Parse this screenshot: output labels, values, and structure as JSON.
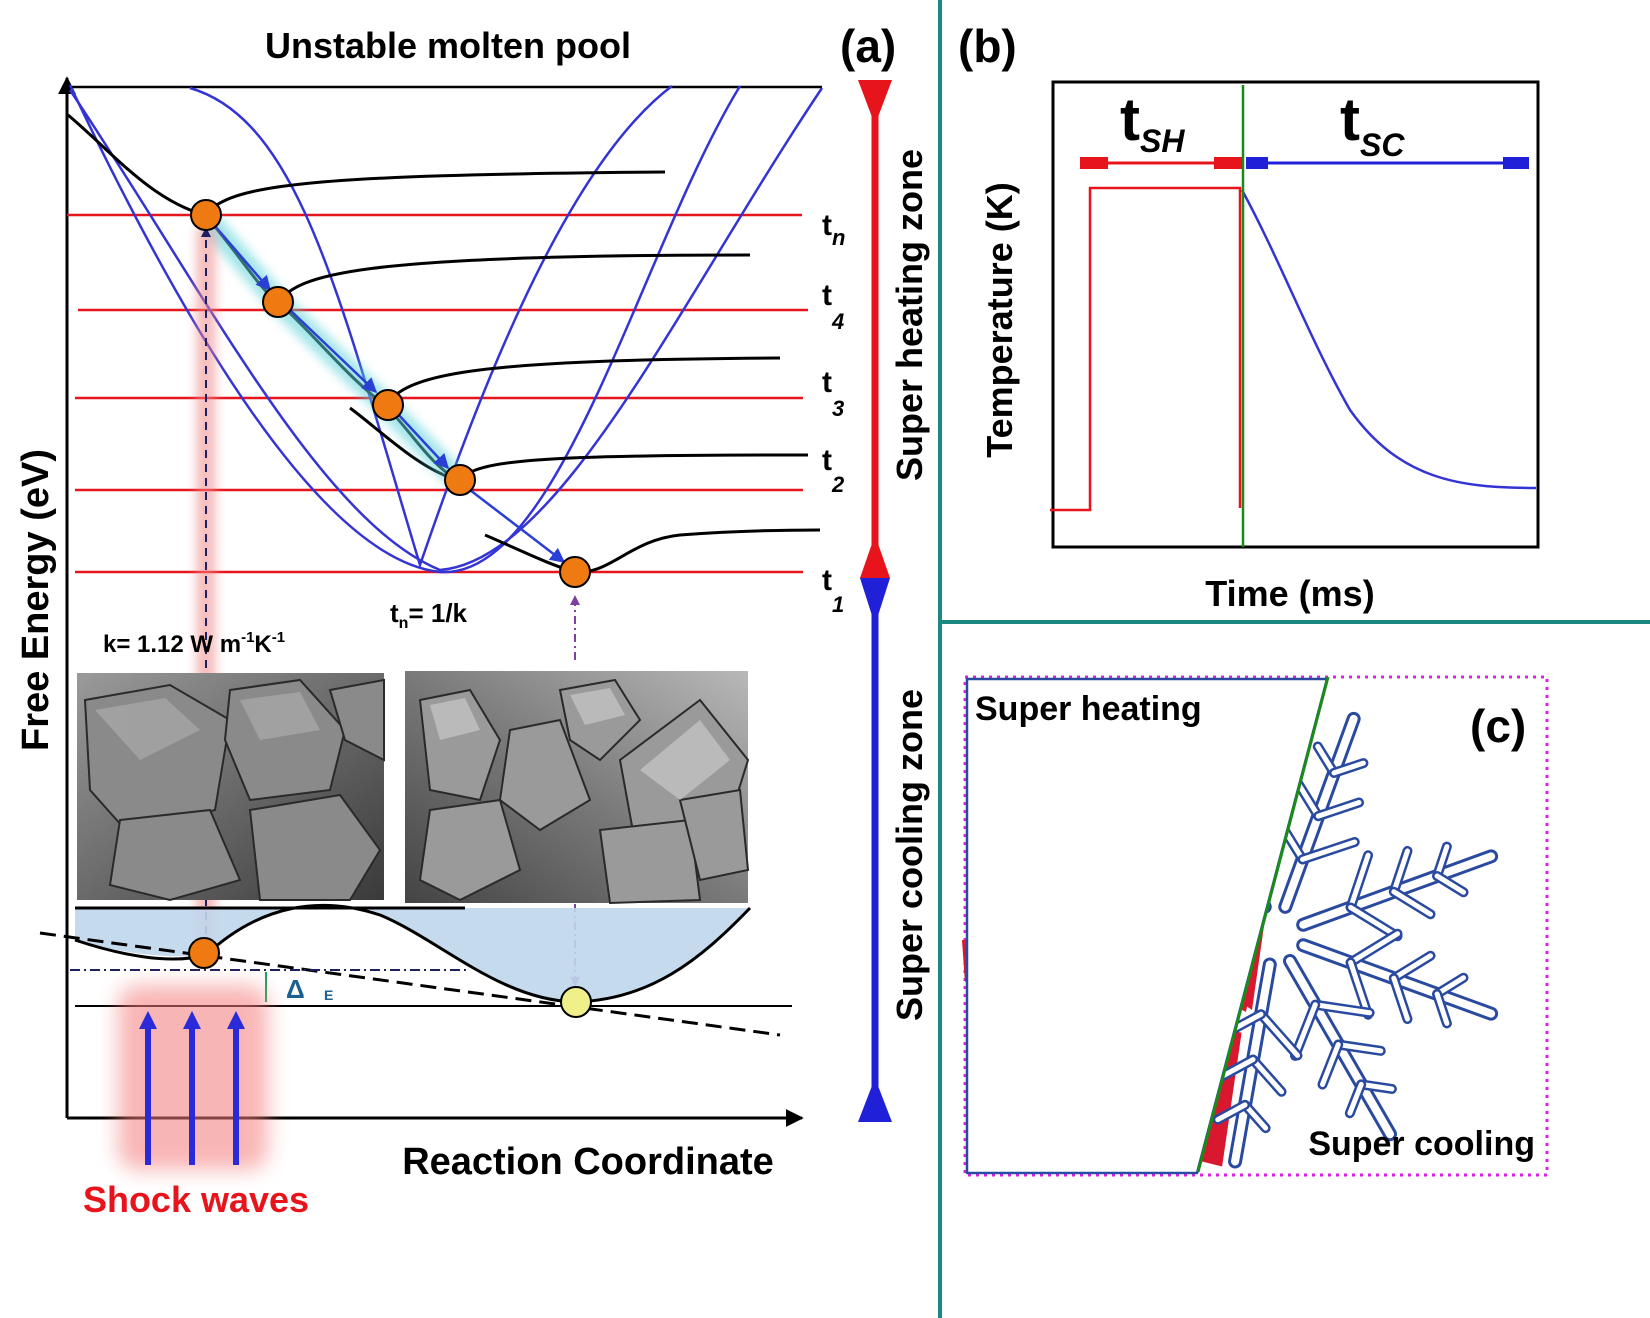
{
  "panel_a": {
    "label": "(a)",
    "title": "Unstable molten pool",
    "y_axis_label": "Free Energy (eV)",
    "x_axis_label": "Reaction Coordinate",
    "time_levels": [
      {
        "base": "t",
        "sub": "n"
      },
      {
        "base": "t",
        "sub": "4"
      },
      {
        "base": "t",
        "sub": "3"
      },
      {
        "base": "t",
        "sub": "2"
      },
      {
        "base": "t",
        "sub": "1"
      }
    ],
    "tn_formula": {
      "base": "t",
      "sub": "n",
      "rest": "= 1/k"
    },
    "conductivity": {
      "prefix": "k= 1.12 W m",
      "exp1": "-1",
      "mid": "K",
      "exp2": "-1"
    },
    "delta_label": "Δ",
    "delta_sub": "E",
    "shock_waves": "Shock waves",
    "zone_heating": "Super heating zone",
    "zone_cooling": "Super cooling zone"
  },
  "panel_b": {
    "label": "(b)",
    "y_axis_label": "Temperature (K)",
    "x_axis_label": "Time (ms)",
    "t_sh": {
      "base": "t",
      "sub": "SH"
    },
    "t_sc": {
      "base": "t",
      "sub": "SC"
    }
  },
  "panel_c": {
    "label": "(c)",
    "heating": "Super heating",
    "cooling": "Super cooling"
  },
  "colors": {
    "red": "#e8141c",
    "blue": "#2020d8",
    "black": "#000000",
    "orange": "#f07a12",
    "teal_divider": "#1a8a80",
    "magenta_border": "#e020e0",
    "green_line": "#1a8a1a"
  }
}
